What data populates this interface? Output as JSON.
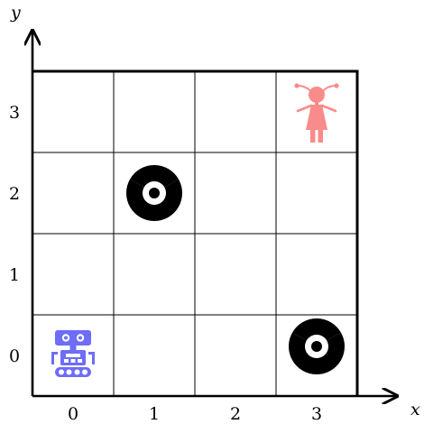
{
  "grid": {
    "cols": 4,
    "rows": 4,
    "x_ticks": [
      "0",
      "1",
      "2",
      "3"
    ],
    "y_ticks": [
      "0",
      "1",
      "2",
      "3"
    ]
  },
  "axes": {
    "x_label": "x",
    "y_label": "y"
  },
  "colors": {
    "grid": "#000000",
    "robot": "#6d6df7",
    "girl": "#f98b8b",
    "hazard": "#000000"
  },
  "agents": [
    {
      "type": "robot",
      "icon": "robot-icon",
      "cell": [
        0,
        0
      ]
    },
    {
      "type": "girl",
      "icon": "girl-icon",
      "cell": [
        3,
        3
      ]
    }
  ],
  "hazards": [
    {
      "icon": "radiation-icon",
      "cell": [
        1,
        2
      ]
    },
    {
      "icon": "radiation-icon",
      "cell": [
        3,
        0
      ]
    }
  ]
}
